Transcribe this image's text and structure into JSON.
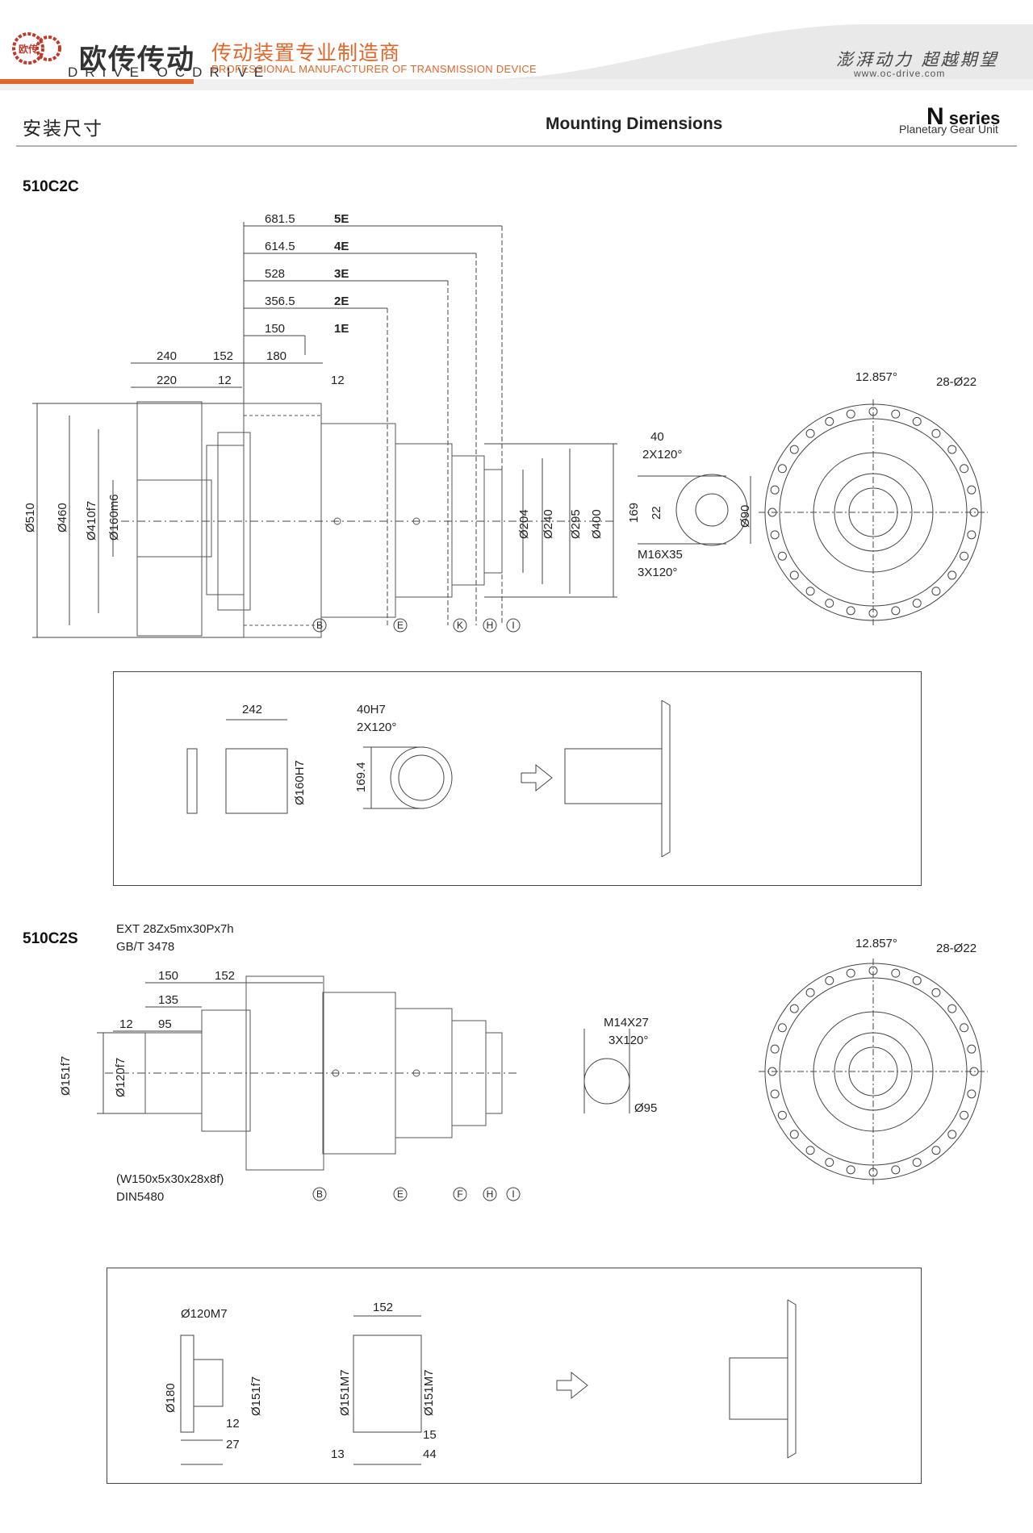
{
  "header": {
    "brand_cn": "欧传传动",
    "brand_en": "DRIVE OCDRIVE",
    "logo_text": "欧传",
    "tagline_cn": "传动装置专业制造商",
    "tagline_en": "PROFESSIONAL MANUFACTURER OF TRANSMISSION DEVICE",
    "slogan_cn": "澎湃动力 超越期望",
    "url": "www.oc-drive.com",
    "accent_color": "#e2662a"
  },
  "section": {
    "title_cn": "安装尺寸",
    "title_en": "Mounting Dimensions",
    "series_letter": "N",
    "series_word": "series",
    "series_sub": "Planetary Gear Unit"
  },
  "model1": {
    "name": "510C2C",
    "lengths": [
      {
        "value": "681.5",
        "stage": "5E"
      },
      {
        "value": "614.5",
        "stage": "4E"
      },
      {
        "value": "528",
        "stage": "3E"
      },
      {
        "value": "356.5",
        "stage": "2E"
      },
      {
        "value": "150",
        "stage": "1E"
      }
    ],
    "dims_top": [
      "240",
      "152",
      "180",
      "220",
      "12",
      "12"
    ],
    "diameters_left": [
      "Ø510",
      "Ø460",
      "Ø410f7",
      "Ø160m6"
    ],
    "diameters_right": [
      "Ø204",
      "Ø240",
      "Ø295",
      "Ø400"
    ],
    "shaft_end": {
      "d40": "40",
      "pcd": "2X120°",
      "h169": "169",
      "d22": "22",
      "d90": "Ø90",
      "thread": "M16X35",
      "thread_pcd": "3X120°"
    },
    "flange": {
      "angle": "12.857°",
      "holes": "28-Ø22"
    },
    "markers": [
      "B",
      "E",
      "K",
      "H",
      "I"
    ],
    "option_box": {
      "len": "242",
      "key": "40H7",
      "key_pcd": "2X120°",
      "bore": "Ø160H7",
      "h": "169.4"
    }
  },
  "model2": {
    "name": "510C2S",
    "spline_ext": "EXT 28Zx5mx30Px7h",
    "spline_std": "GB/T 3478",
    "dims_top": [
      "150",
      "152",
      "135",
      "12",
      "95"
    ],
    "diameters_left": [
      "Ø151f7",
      "Ø120f7"
    ],
    "spline_int": "(W150x5x30x28x8f)",
    "spline_int_std": "DIN5480",
    "shaft_end": {
      "thread": "M14X27",
      "pcd": "3X120°",
      "d95": "Ø95"
    },
    "flange": {
      "angle": "12.857°",
      "holes": "28-Ø22"
    },
    "markers": [
      "B",
      "E",
      "F",
      "H",
      "I"
    ],
    "option_box": {
      "d120": "Ø120M7",
      "d180": "Ø180",
      "d151": "Ø151f7",
      "a12": "12",
      "a27": "27",
      "len152": "152",
      "b151a": "Ø151M7",
      "b151b": "Ø151M7",
      "a13": "13",
      "a15": "15",
      "a44": "44"
    }
  }
}
